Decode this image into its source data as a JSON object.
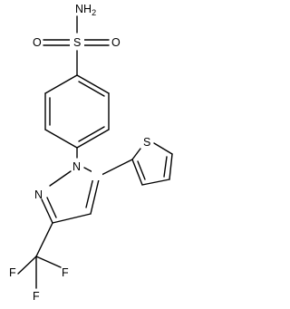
{
  "colors": {
    "bond": "#000000",
    "label": "#000000",
    "background": "#ffffff"
  },
  "atoms": {
    "nh2": "NH",
    "nh2_subscript": "2",
    "sulfur_sulfonyl": "S",
    "oxygen_left": "O",
    "oxygen_right": "O",
    "nitrogen_1": "N",
    "nitrogen_2": "N",
    "sulfur_thiophene": "S",
    "fluorine_left": "F",
    "fluorine_right": "F",
    "fluorine_bottom": "F"
  }
}
